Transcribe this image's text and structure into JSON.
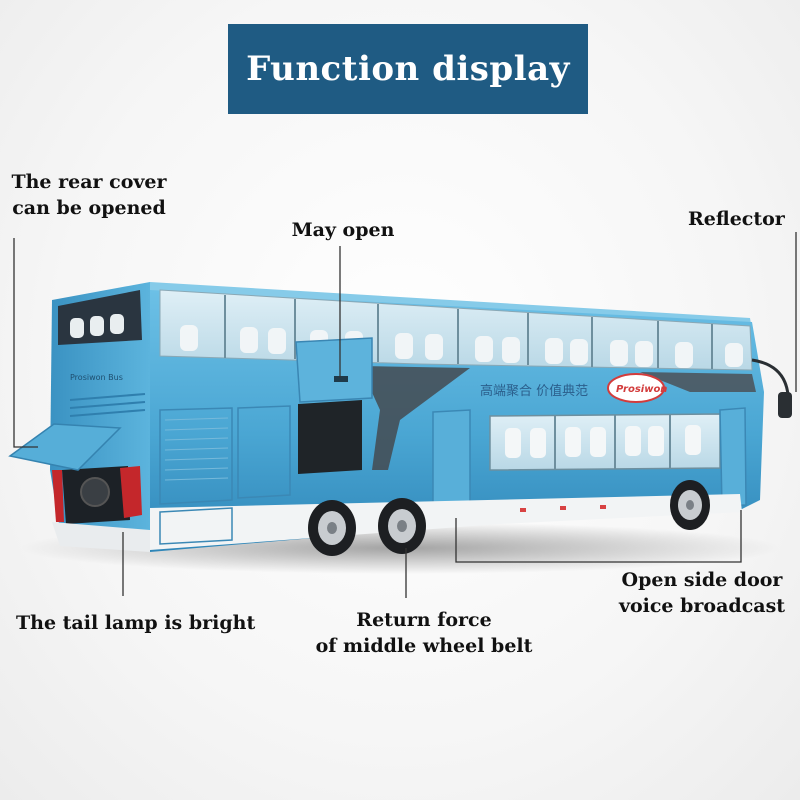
{
  "title": "Function display",
  "labels": {
    "rear_cover_line1": "The rear cover",
    "rear_cover_line2": "can be opened",
    "may_open": "May open",
    "reflector": "Reflector",
    "tail_lamp": "The tail lamp is bright",
    "return_force_line1": "Return force",
    "return_force_line2": "of middle wheel belt",
    "side_door_line1": "Open side door",
    "side_door_line2": "voice broadcast"
  },
  "bus_livery": {
    "slogan": "高端聚合  价值典范",
    "brand_logo": "Prosiwon",
    "rear_badge": "Prosiwon Bus"
  },
  "colors": {
    "banner": "#1f5b83",
    "bus_body": "#4fa9d4",
    "bus_dark": "#2f7fae"
  }
}
